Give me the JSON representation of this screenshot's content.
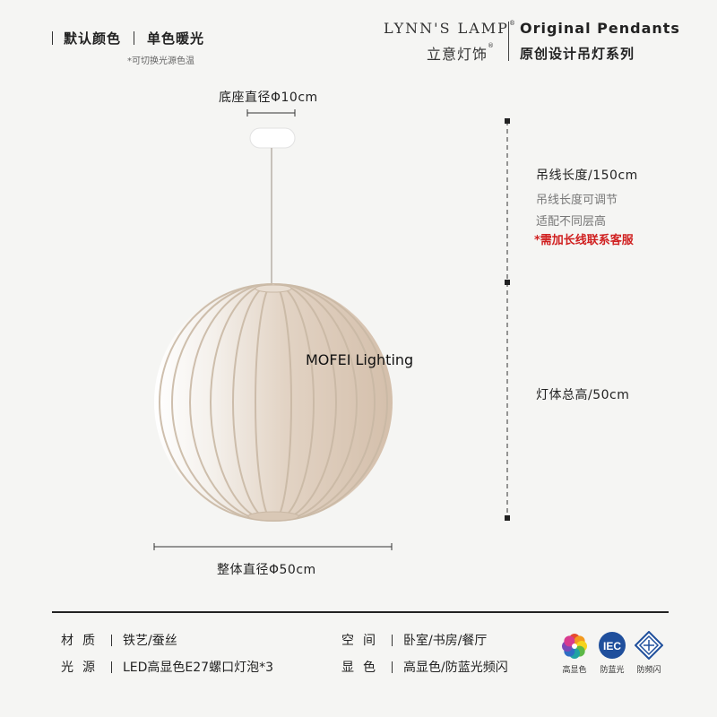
{
  "header": {
    "default_color_label": "默认颜色",
    "default_color_value": "单色暖光",
    "note": "*可切换光源色温",
    "brand_en": "LYNN'S LAMP",
    "brand_cn": "立意灯饰",
    "registered_mark": "®",
    "series_en": "Original Pendants",
    "series_cn": "原创设计吊灯系列"
  },
  "dimensions": {
    "base_diameter": "底座直径Φ10cm",
    "wire_length": "吊线长度/150cm",
    "wire_adjustable": "吊线长度可调节",
    "wire_fits": "适配不同层高",
    "wire_contact": "*需加长线联系客服",
    "lamp_height": "灯体总高/50cm",
    "overall_diameter": "整体直径Φ50cm"
  },
  "watermark": "MOFEI Lighting",
  "specs": [
    {
      "key": "材质",
      "value": "铁艺/蚕丝"
    },
    {
      "key": "光源",
      "value": "LED高显色E27螺口灯泡*3"
    },
    {
      "key": "空间",
      "value": "卧室/书房/餐厅"
    },
    {
      "key": "显色",
      "value": "高显色/防蓝光频闪"
    }
  ],
  "badges": [
    {
      "label": "高显色",
      "icon": "color-wheel-icon"
    },
    {
      "label": "防蓝光",
      "icon": "iec-icon",
      "text": "IEC"
    },
    {
      "label": "防频闪",
      "icon": "flicker-free-icon"
    }
  ],
  "colors": {
    "accent_red": "#d02020",
    "badge_blue": "#1f4f9c"
  }
}
